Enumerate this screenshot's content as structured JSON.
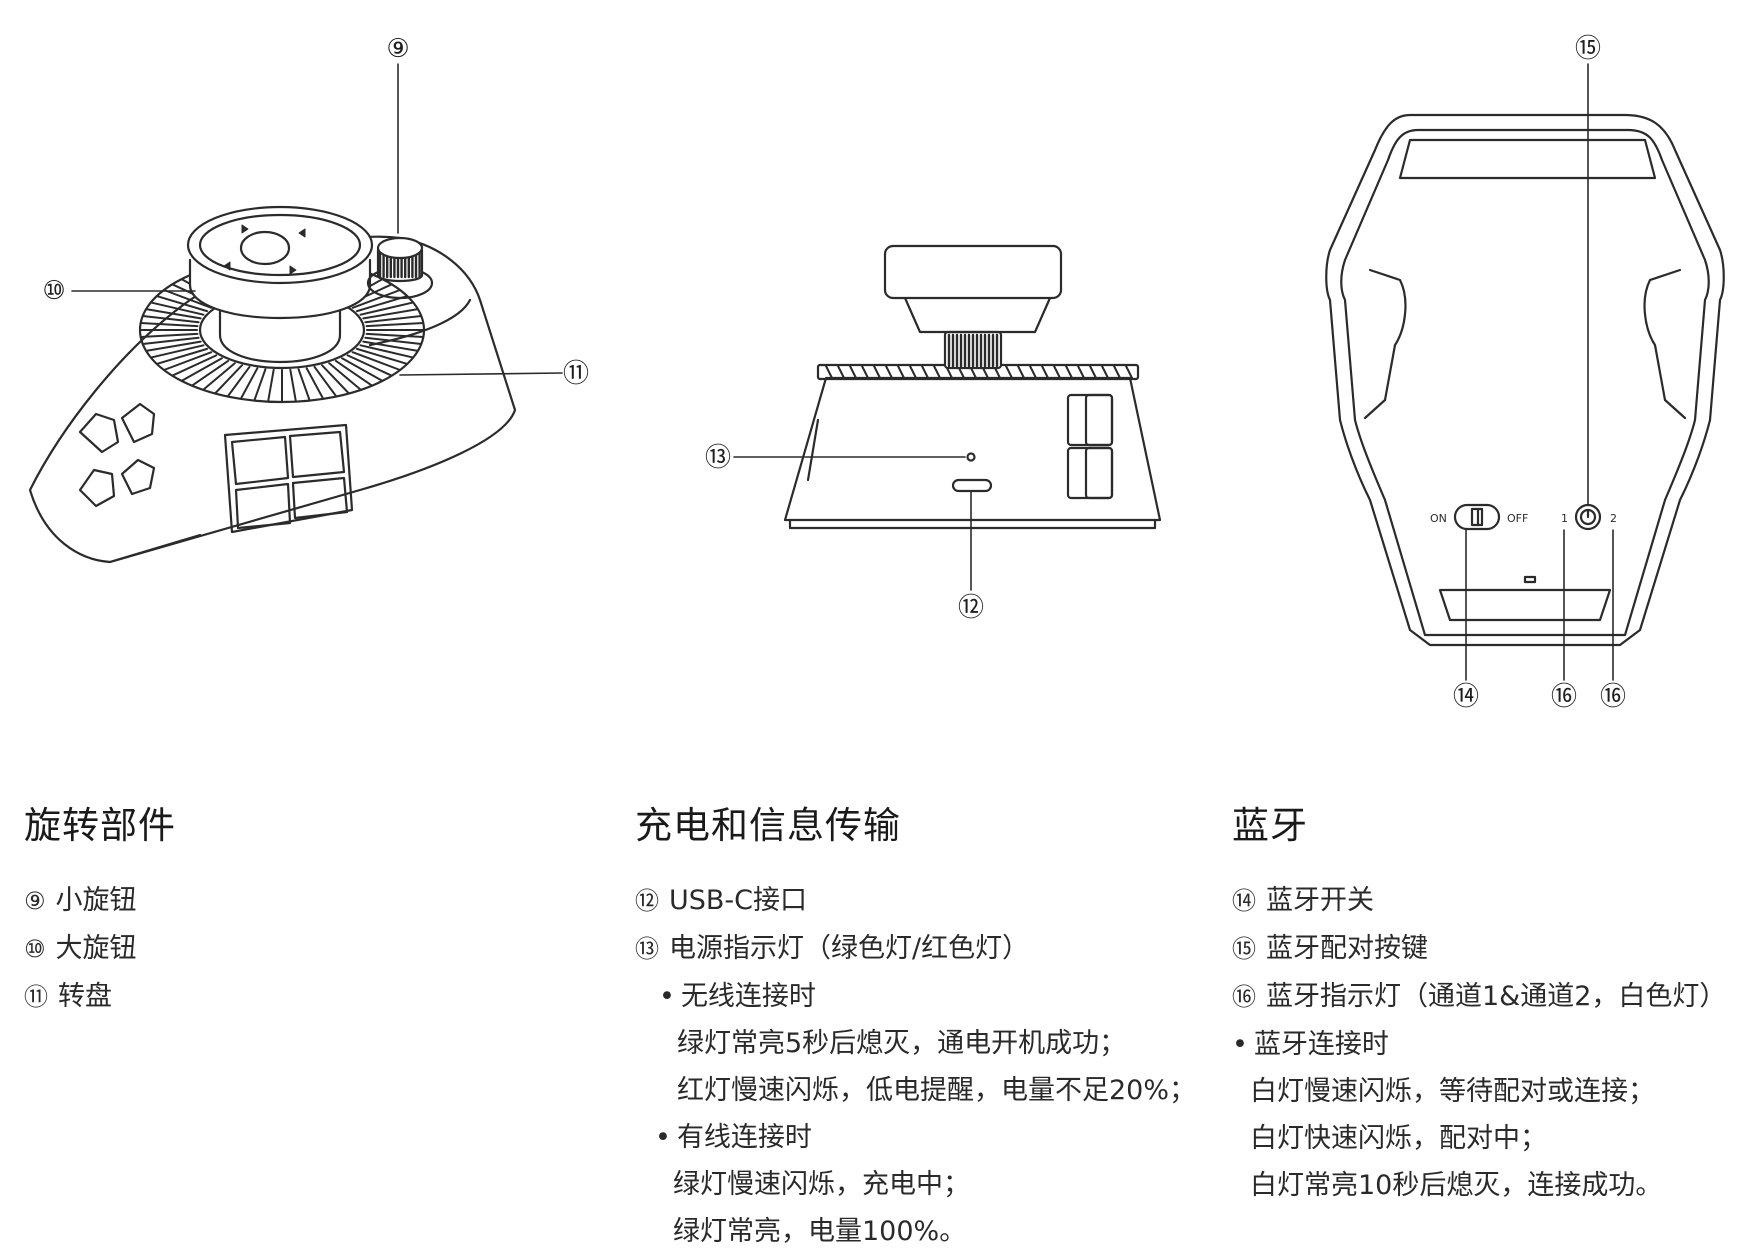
{
  "callouts": {
    "n9": "⑨",
    "n10": "⑩",
    "n11": "⑪",
    "n12": "⑫",
    "n13": "⑬",
    "n14": "⑭",
    "n15": "⑮",
    "n16a": "⑯",
    "n16b": "⑯"
  },
  "device_labels": {
    "on": "ON",
    "off": "OFF",
    "ch1": "1",
    "ch2": "2"
  },
  "sections": {
    "rotation": {
      "title": "旋转部件",
      "items": [
        {
          "num": "⑨",
          "text": "小旋钮"
        },
        {
          "num": "⑩",
          "text": "大旋钮"
        },
        {
          "num": "⑪",
          "text": "转盘"
        }
      ]
    },
    "charging": {
      "title": "充电和信息传输",
      "items": [
        {
          "num": "⑫",
          "text": "USB-C接口"
        },
        {
          "num": "⑬",
          "text": "电源指示灯（绿色灯/红色灯）"
        }
      ],
      "wireless": {
        "heading": "无线连接时",
        "lines": [
          "绿灯常亮5秒后熄灭，通电开机成功；",
          "红灯慢速闪烁，低电提醒，电量不足20%；"
        ]
      },
      "wired": {
        "heading": "有线连接时",
        "lines": [
          "绿灯慢速闪烁，充电中；",
          "绿灯常亮，电量100%。"
        ]
      }
    },
    "bluetooth": {
      "title": "蓝牙",
      "items": [
        {
          "num": "⑭",
          "text": "蓝牙开关"
        },
        {
          "num": "⑮",
          "text": "蓝牙配对按键"
        },
        {
          "num": "⑯",
          "text": "蓝牙指示灯（通道1&通道2，白色灯）"
        }
      ],
      "connect": {
        "heading": "蓝牙连接时",
        "lines": [
          "白灯慢速闪烁，等待配对或连接；",
          "白灯快速闪烁，配对中；",
          "白灯常亮10秒后熄灭，连接成功。"
        ]
      }
    }
  }
}
